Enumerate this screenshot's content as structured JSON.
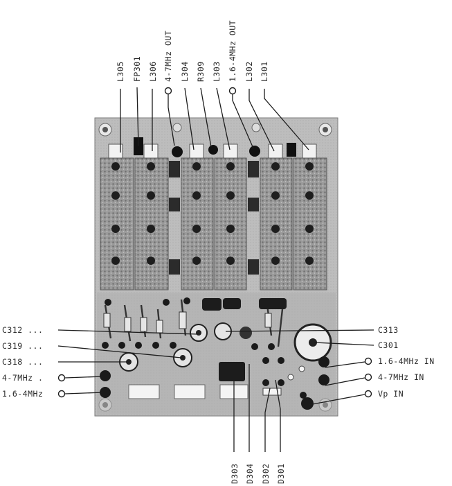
{
  "top_labels": [
    {
      "id": "L305",
      "text": "L305"
    },
    {
      "id": "FP301",
      "text": "FP301"
    },
    {
      "id": "L306",
      "text": "L306"
    },
    {
      "id": "out47",
      "text": "4-7MHz OUT"
    },
    {
      "id": "L304",
      "text": "L304"
    },
    {
      "id": "R309",
      "text": "R309"
    },
    {
      "id": "L303",
      "text": "L303"
    },
    {
      "id": "out164",
      "text": "1.6-4MHz OUT"
    },
    {
      "id": "L302",
      "text": "L302"
    },
    {
      "id": "L301",
      "text": "L301"
    }
  ],
  "left_labels": [
    {
      "id": "C312",
      "text": "C312 ..."
    },
    {
      "id": "C319",
      "text": "C319 ..."
    },
    {
      "id": "C318",
      "text": "C318 ..."
    },
    {
      "id": "in47",
      "text": "4-7MHz ."
    },
    {
      "id": "in164",
      "text": "1.6-4MHz"
    }
  ],
  "right_labels": [
    {
      "id": "C313",
      "text": "C313"
    },
    {
      "id": "C301",
      "text": "C301"
    },
    {
      "id": "rin164",
      "text": "1.6-4MHz IN"
    },
    {
      "id": "rin47",
      "text": "4-7MHz IN"
    },
    {
      "id": "vpin",
      "text": "Vp IN"
    }
  ],
  "bottom_labels": [
    {
      "id": "D303",
      "text": "D303"
    },
    {
      "id": "D304",
      "text": "D304"
    },
    {
      "id": "D302",
      "text": "D302"
    },
    {
      "id": "D301",
      "text": "D301"
    }
  ]
}
